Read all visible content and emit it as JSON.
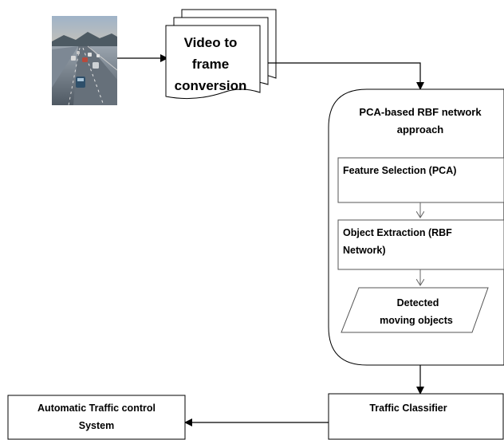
{
  "nodes": {
    "video_to_frame": {
      "line1": "Video to",
      "line2": "frame",
      "line3": "conversion"
    },
    "pca_rbf": {
      "title_line1": "PCA-based RBF network",
      "title_line2": "approach"
    },
    "feature_selection": {
      "label": "Feature Selection (PCA)"
    },
    "object_extraction": {
      "line1": "Object Extraction (RBF",
      "line2": "Network)"
    },
    "detected_objects": {
      "line1": "Detected",
      "line2": "moving objects"
    },
    "traffic_classifier": {
      "label": "Traffic Classifier"
    },
    "automatic_traffic_control": {
      "line1": "Automatic Traffic control",
      "line2": "System"
    }
  },
  "colors": {
    "stroke": "#000000",
    "inner_stroke": "#555555",
    "arrow_light": "#666666"
  }
}
